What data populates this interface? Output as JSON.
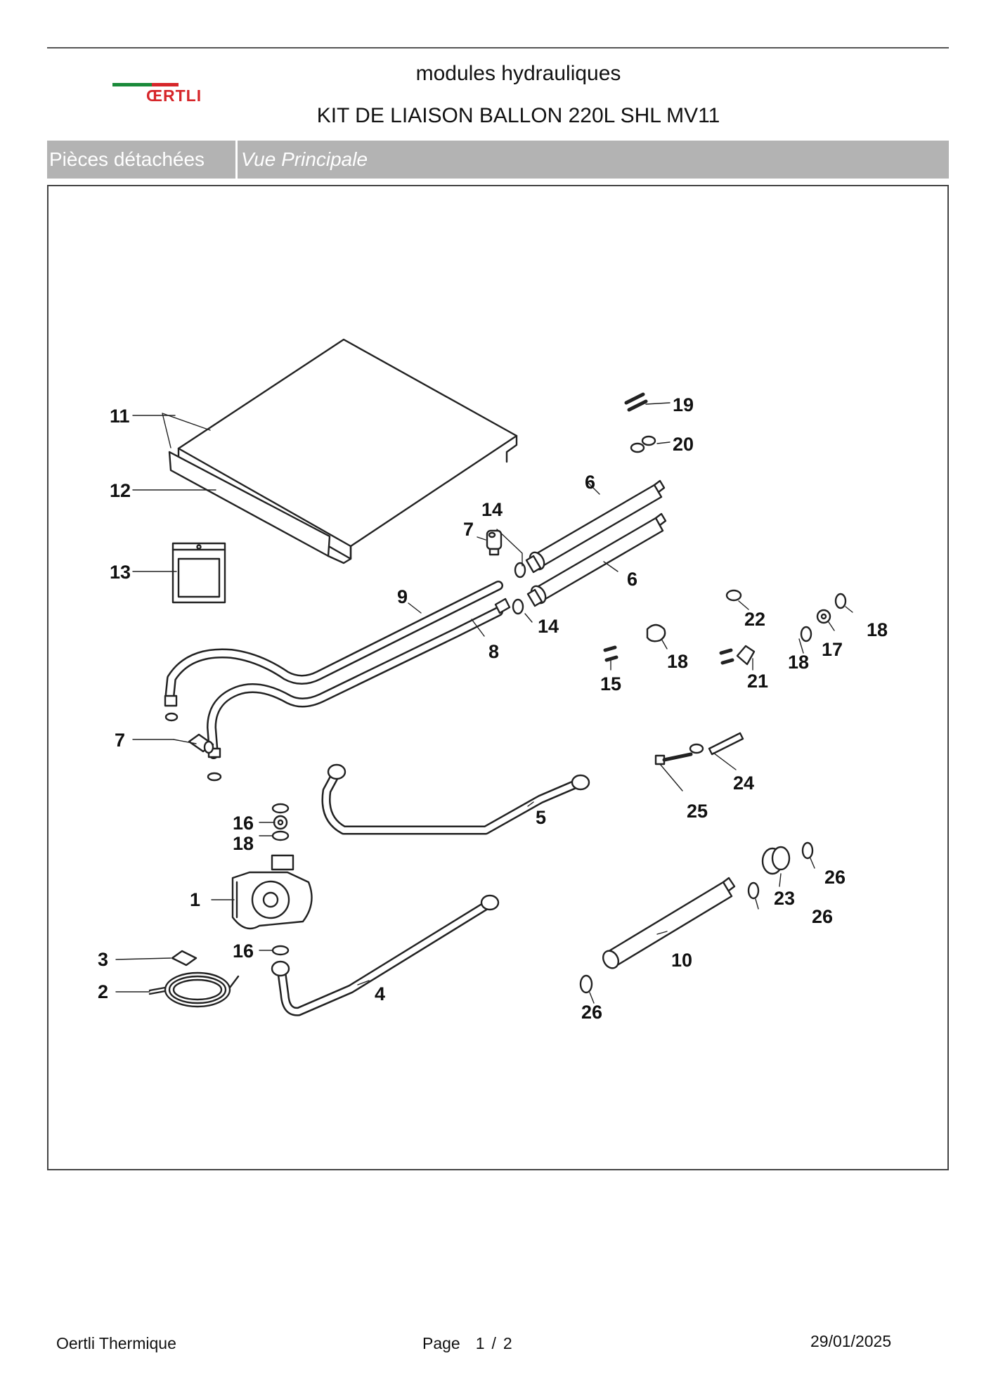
{
  "header": {
    "brand": "ŒRTLI",
    "category": "modules hydrauliques",
    "title": "KIT DE LIAISON BALLON 220L SHL MV11"
  },
  "tabs": {
    "section": "Pièces détachées",
    "view": "Vue Principale"
  },
  "diagram": {
    "callouts": [
      "1",
      "2",
      "3",
      "4",
      "5",
      "6",
      "6",
      "7",
      "7",
      "8",
      "9",
      "10",
      "11",
      "12",
      "13",
      "14",
      "14",
      "15",
      "16",
      "16",
      "17",
      "18",
      "18",
      "18",
      "18",
      "19",
      "20",
      "21",
      "22",
      "23",
      "24",
      "25",
      "26",
      "26",
      "26"
    ]
  },
  "footer": {
    "company": "Oertli Thermique",
    "page_label": "Page",
    "page_current": "1",
    "page_separator": "/",
    "page_total": "2",
    "date": "29/01/2025"
  },
  "colors": {
    "logo_red": "#d6262a",
    "logo_green": "#1a8a3a",
    "tab_bar": "#b3b3b3"
  }
}
